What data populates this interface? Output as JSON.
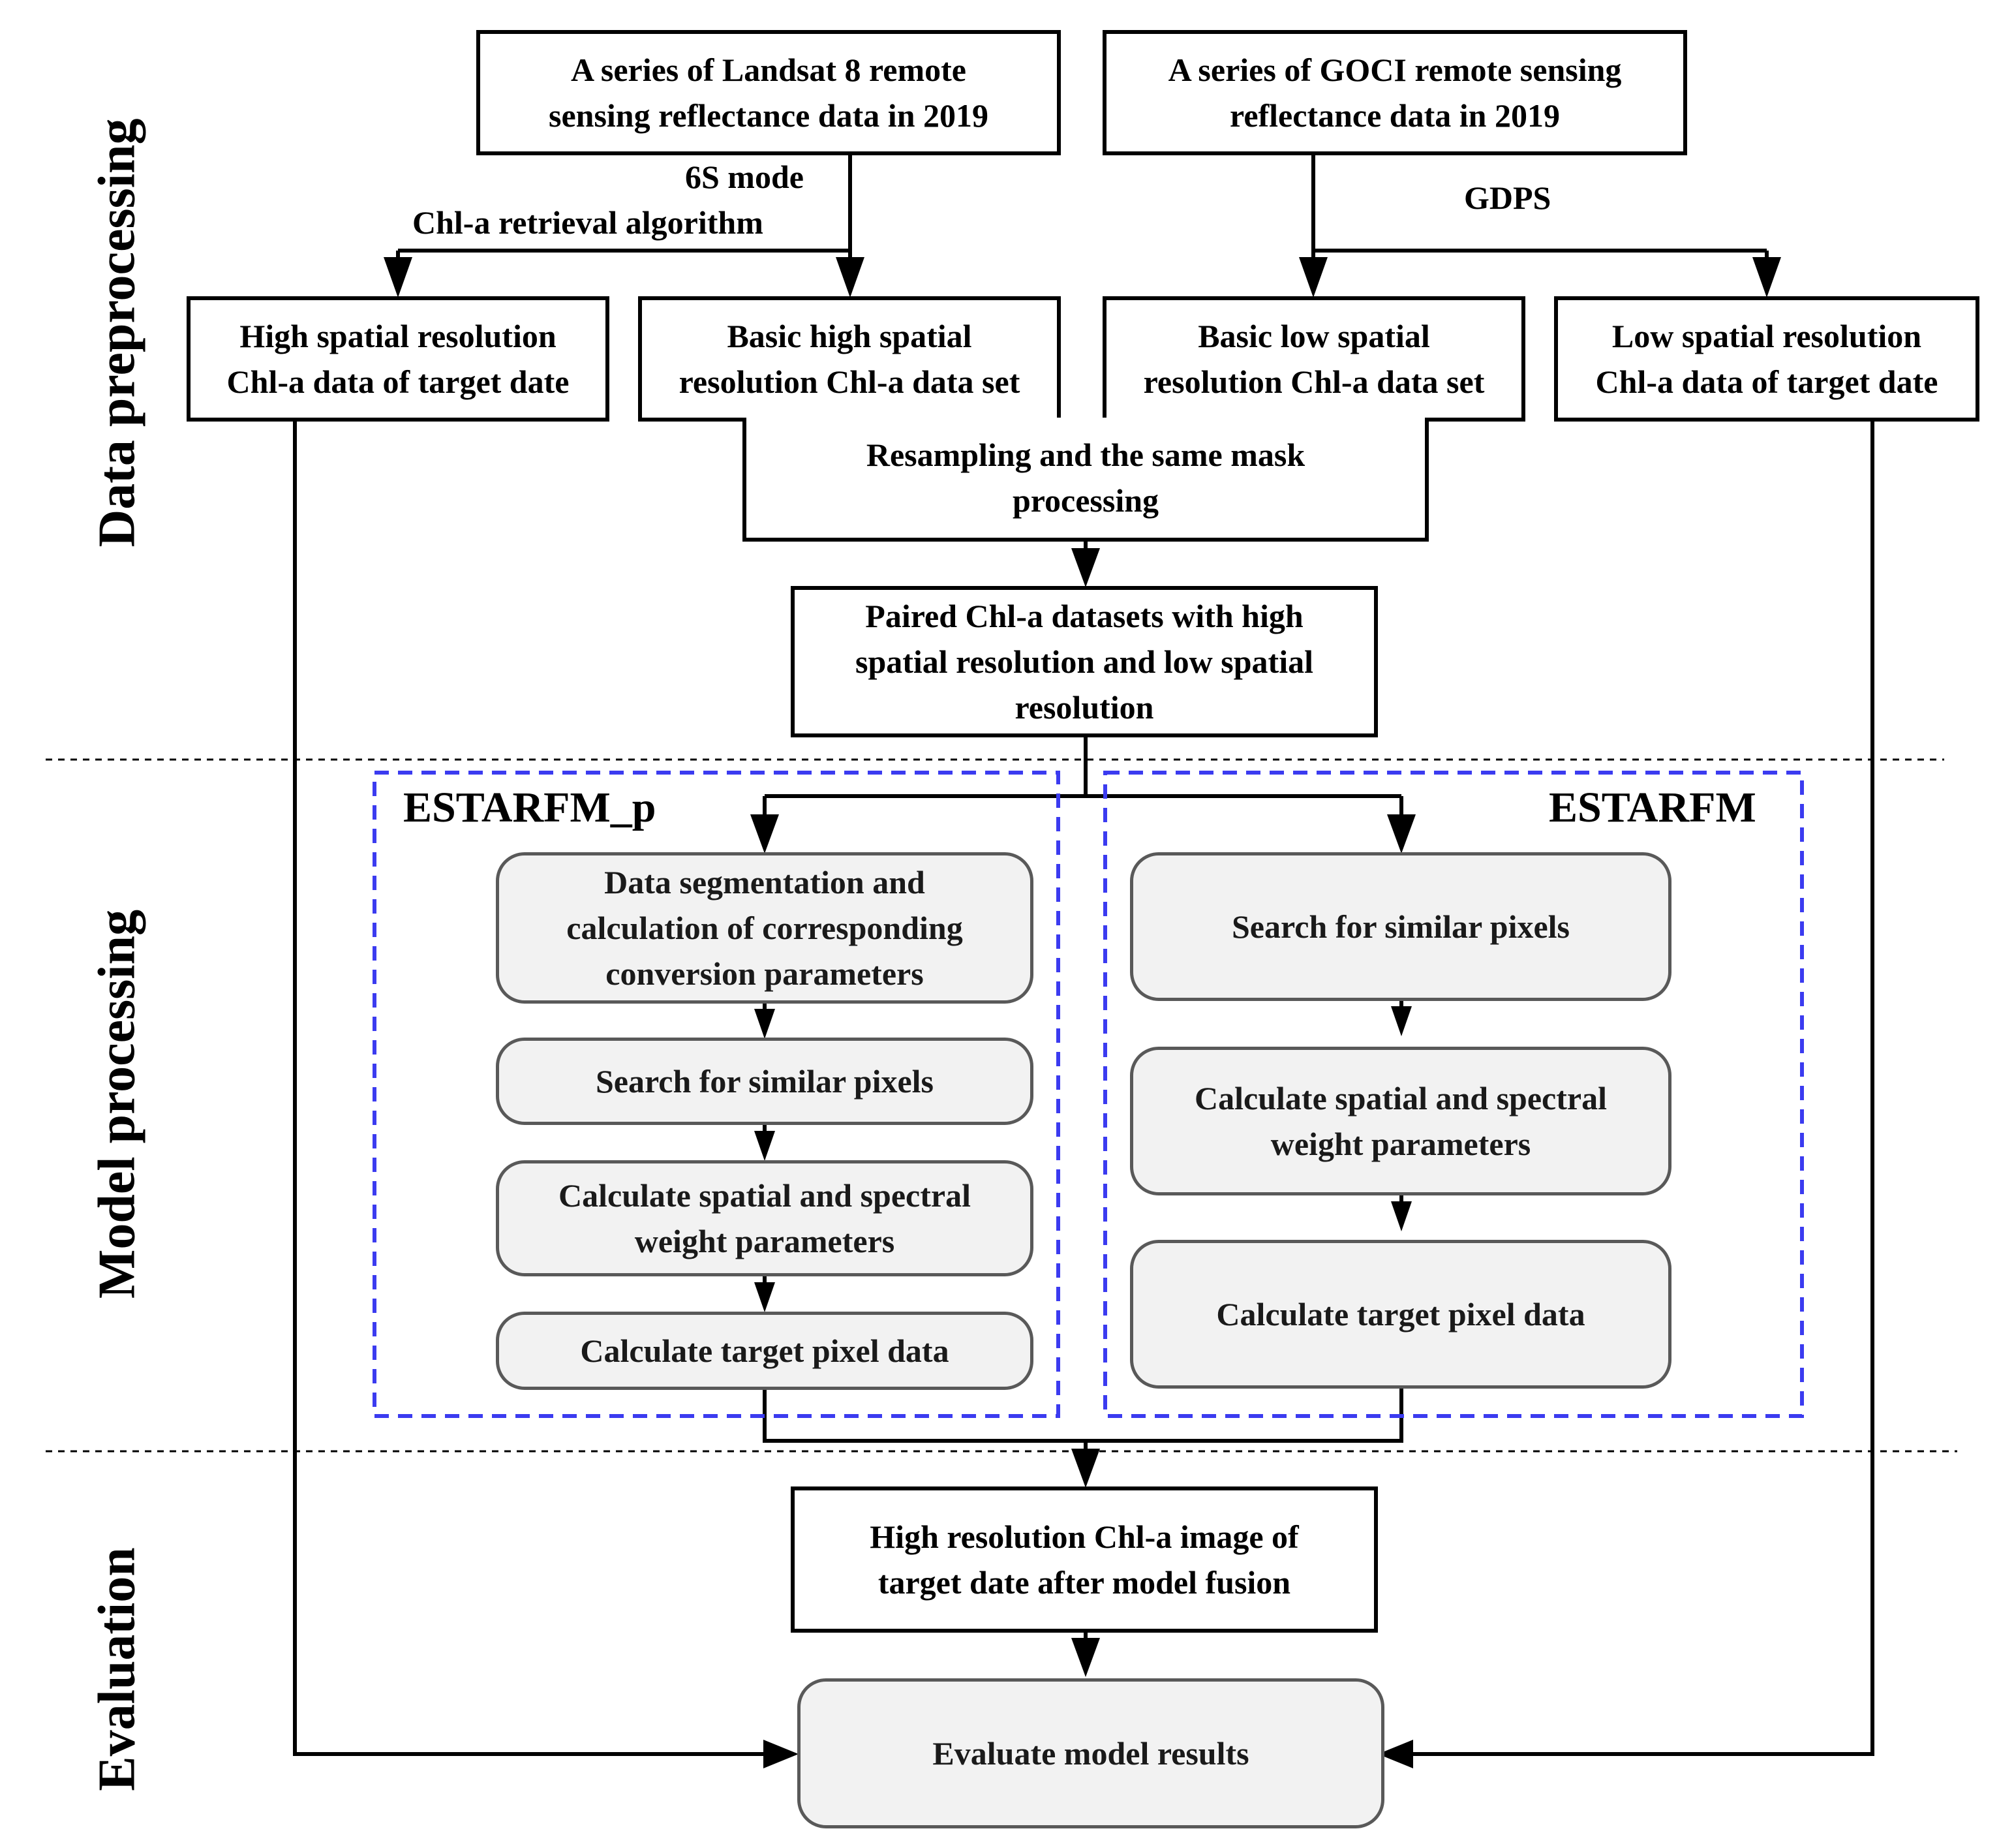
{
  "sections": {
    "preprocessing": "Data preprocessing",
    "model": "Model processing",
    "evaluation": "Evaluation"
  },
  "boxes": {
    "landsat": "A series of Landsat 8 remote\nsensing reflectance data in 2019",
    "goci": "A series of GOCI remote sensing\nreflectance data in 2019",
    "high_target": "High spatial resolution\nChl-a data of target date",
    "basic_high": "Basic high spatial\nresolution Chl-a data set",
    "basic_low": "Basic low spatial\nresolution Chl-a data set",
    "low_target": "Low spatial resolution\nChl-a  data of target date",
    "resampling": "Resampling and the same mask\nprocessing",
    "paired": "Paired Chl-a datasets with high\nspatial resolution and low spatial\nresolution",
    "fusion_result": "High resolution Chl-a image of\ntarget date after model fusion",
    "evaluate": "Evaluate model results"
  },
  "labels": {
    "six_s": "6S mode",
    "chl_algorithm": "Chl-a retrieval algorithm",
    "gdps": "GDPS"
  },
  "estarfm_p": {
    "title": "ESTARFM_p",
    "steps": [
      "Data segmentation and\ncalculation of corresponding\nconversion parameters",
      "Search for similar pixels",
      "Calculate spatial and spectral\nweight parameters",
      "Calculate target pixel data"
    ]
  },
  "estarfm": {
    "title": "ESTARFM",
    "steps": [
      "Search for similar pixels",
      "Calculate spatial and spectral\nweight parameters",
      "Calculate target pixel data"
    ]
  },
  "colors": {
    "line": "#000000",
    "dashed_group": "#3b3bf0",
    "rounded_fill": "#f2f2f2",
    "rounded_border": "#595959"
  }
}
